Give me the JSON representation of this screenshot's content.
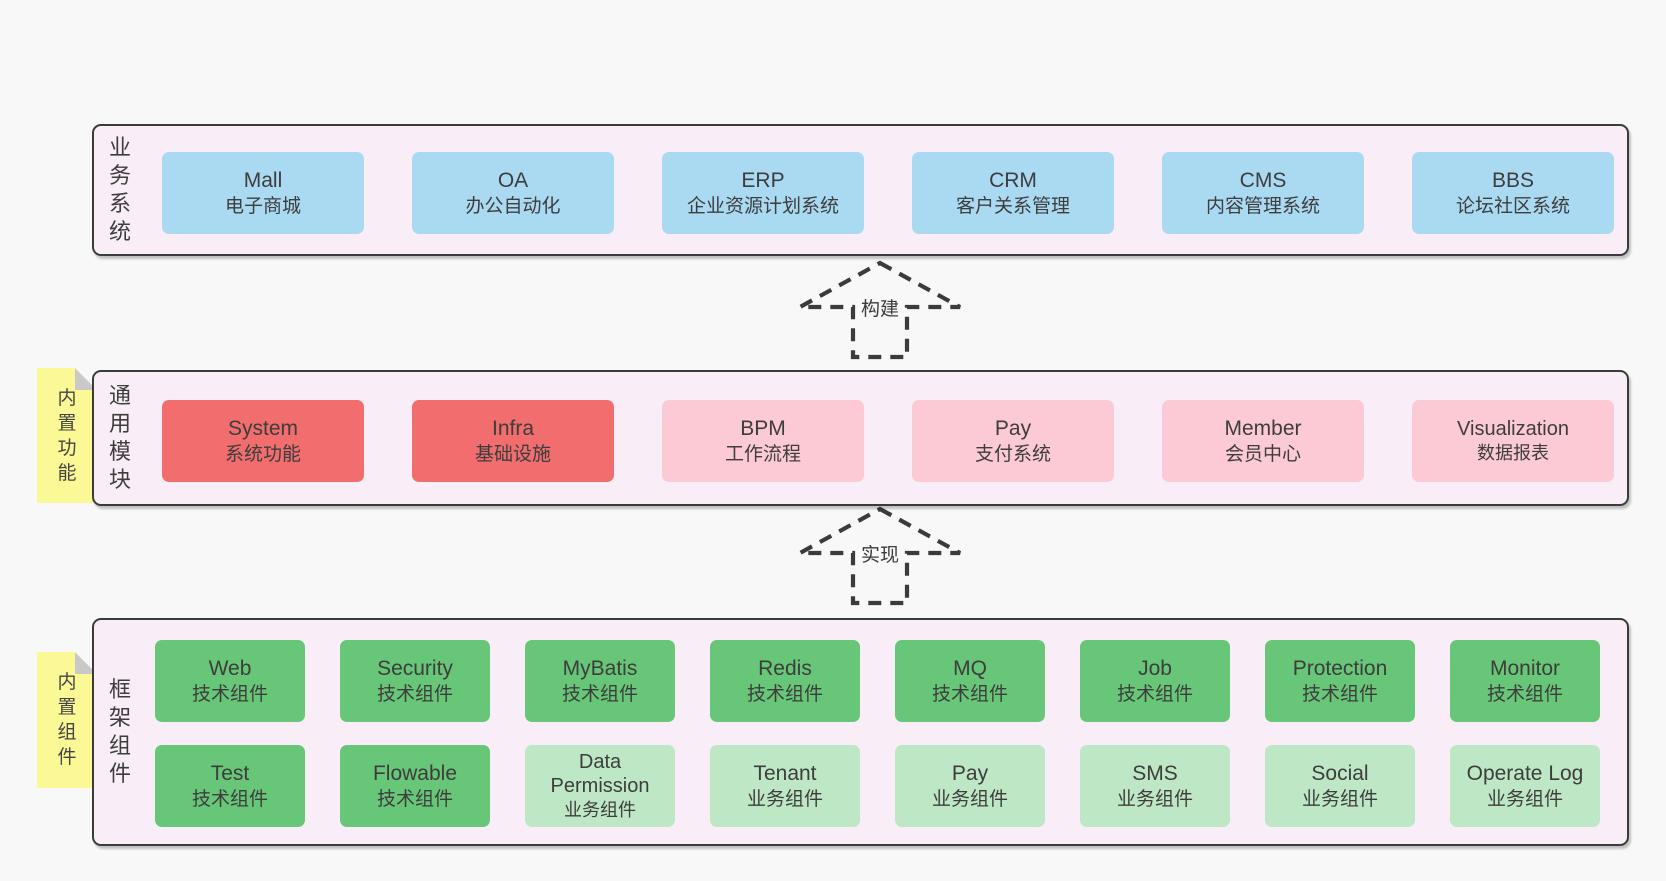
{
  "colors": {
    "page_bg": "#f8f8f8",
    "panel_bg": "#f9eef8",
    "panel_border": "#3b3b3b",
    "text": "#3d3d3d",
    "blue": "#aadaf2",
    "red": "#f16d6e",
    "pink": "#fbcad4",
    "green": "#67c678",
    "green_light": "#bee7c5",
    "yellow": "#fbf995",
    "fold": "#c9c9c9"
  },
  "arrows": [
    {
      "label": "构建"
    },
    {
      "label": "实现"
    }
  ],
  "layers": [
    {
      "id": "business",
      "label": "业务系统",
      "boxes": [
        {
          "en": "Mall",
          "zh": "电子商城",
          "variant": "blue"
        },
        {
          "en": "OA",
          "zh": "办公自动化",
          "variant": "blue"
        },
        {
          "en": "ERP",
          "zh": "企业资源计划系统",
          "variant": "blue"
        },
        {
          "en": "CRM",
          "zh": "客户关系管理",
          "variant": "blue"
        },
        {
          "en": "CMS",
          "zh": "内容管理系统",
          "variant": "blue"
        },
        {
          "en": "BBS",
          "zh": "论坛社区系统",
          "variant": "blue"
        }
      ]
    },
    {
      "id": "modules",
      "label": "通用模块",
      "tag": "内置功能",
      "boxes": [
        {
          "en": "System",
          "zh": "系统功能",
          "variant": "red"
        },
        {
          "en": "Infra",
          "zh": "基础设施",
          "variant": "red"
        },
        {
          "en": "BPM",
          "zh": "工作流程",
          "variant": "pink"
        },
        {
          "en": "Pay",
          "zh": "支付系统",
          "variant": "pink"
        },
        {
          "en": "Member",
          "zh": "会员中心",
          "variant": "pink"
        },
        {
          "en": "Visualization",
          "zh": "数据报表",
          "variant": "pink"
        }
      ]
    },
    {
      "id": "framework",
      "label": "框架组件",
      "tag": "内置组件",
      "rows": [
        [
          {
            "en": "Web",
            "zh": "技术组件",
            "variant": "green"
          },
          {
            "en": "Security",
            "zh": "技术组件",
            "variant": "green"
          },
          {
            "en": "MyBatis",
            "zh": "技术组件",
            "variant": "green"
          },
          {
            "en": "Redis",
            "zh": "技术组件",
            "variant": "green"
          },
          {
            "en": "MQ",
            "zh": "技术组件",
            "variant": "green"
          },
          {
            "en": "Job",
            "zh": "技术组件",
            "variant": "green"
          },
          {
            "en": "Protection",
            "zh": "技术组件",
            "variant": "green"
          },
          {
            "en": "Monitor",
            "zh": "技术组件",
            "variant": "green"
          }
        ],
        [
          {
            "en": "Test",
            "zh": "技术组件",
            "variant": "green"
          },
          {
            "en": "Flowable",
            "zh": "技术组件",
            "variant": "green"
          },
          {
            "en": "Data Permission",
            "zh": "业务组件",
            "variant": "green-light"
          },
          {
            "en": "Tenant",
            "zh": "业务组件",
            "variant": "green-light"
          },
          {
            "en": "Pay",
            "zh": "业务组件",
            "variant": "green-light"
          },
          {
            "en": "SMS",
            "zh": "业务组件",
            "variant": "green-light"
          },
          {
            "en": "Social",
            "zh": "业务组件",
            "variant": "green-light"
          },
          {
            "en": "Operate Log",
            "zh": "业务组件",
            "variant": "green-light"
          }
        ]
      ]
    }
  ]
}
